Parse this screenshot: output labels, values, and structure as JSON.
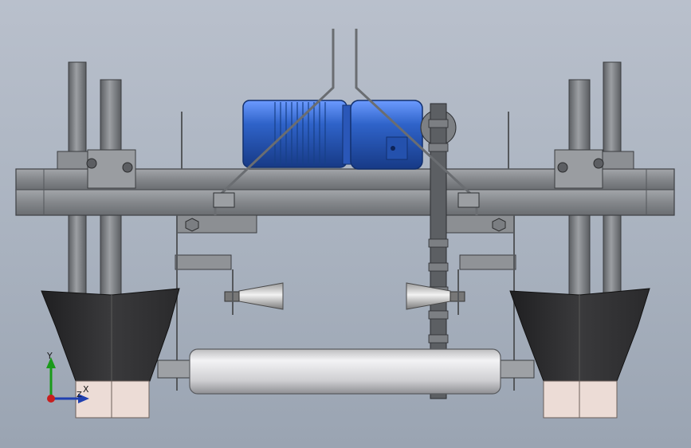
{
  "viewport": {
    "background_top": "#b9c0cc",
    "background_bottom": "#9aa4b2"
  },
  "colors": {
    "steel_light": "#8f9296",
    "steel_mid": "#6f7276",
    "steel_dark": "#4a4c50",
    "motor_blue": "#2f63c9",
    "motor_blue_dark": "#1b3f8f",
    "chute_dark": "#2b2b2d",
    "chute_mid": "#444446",
    "plate_light": "#ecdcd6",
    "roller_light": "#e6e6e8"
  },
  "triad": {
    "x_label": "X",
    "y_label": "Y",
    "z_label": "Z",
    "x_color": "#1f3fb0",
    "y_color": "#1a9a1a",
    "z_color": "#c81e1e"
  }
}
